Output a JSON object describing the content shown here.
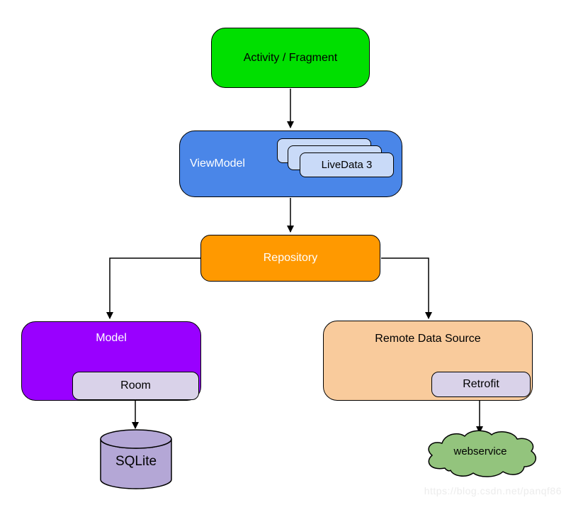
{
  "diagram": {
    "nodes": {
      "activity": {
        "label": "Activity / Fragment",
        "color": "#00df00",
        "text_color": "#000000"
      },
      "viewmodel": {
        "label": "ViewModel",
        "color": "#4a86e8",
        "text_color": "#ffffff"
      },
      "livedata": {
        "label": "LiveData 3",
        "color": "#c9daf8",
        "text_color": "#000000",
        "stacked_cards": 3
      },
      "repository": {
        "label": "Repository",
        "color": "#ff9900",
        "text_color": "#ffffff"
      },
      "model": {
        "label": "Model",
        "color": "#9900ff",
        "text_color": "#ffffff"
      },
      "room": {
        "label": "Room",
        "color": "#d9d2e9",
        "text_color": "#000000"
      },
      "remote": {
        "label": "Remote Data Source",
        "color": "#f9cb9c",
        "text_color": "#000000"
      },
      "retrofit": {
        "label": "Retrofit",
        "color": "#d9d2e9",
        "text_color": "#000000"
      },
      "sqlite": {
        "label": "SQLite",
        "color": "#b4a7d6",
        "text_color": "#000000",
        "shape": "cylinder"
      },
      "webservice": {
        "label": "webservice",
        "color": "#93c47d",
        "text_color": "#000000",
        "shape": "cloud"
      }
    },
    "edges": [
      {
        "from": "Activity / Fragment",
        "to": "ViewModel"
      },
      {
        "from": "ViewModel",
        "to": "Repository"
      },
      {
        "from": "Repository",
        "to": "Model"
      },
      {
        "from": "Repository",
        "to": "Remote Data Source"
      },
      {
        "from": "Room",
        "to": "SQLite"
      },
      {
        "from": "Retrofit",
        "to": "webservice"
      }
    ],
    "watermark": "https://blog.csdn.net/panqf86"
  }
}
